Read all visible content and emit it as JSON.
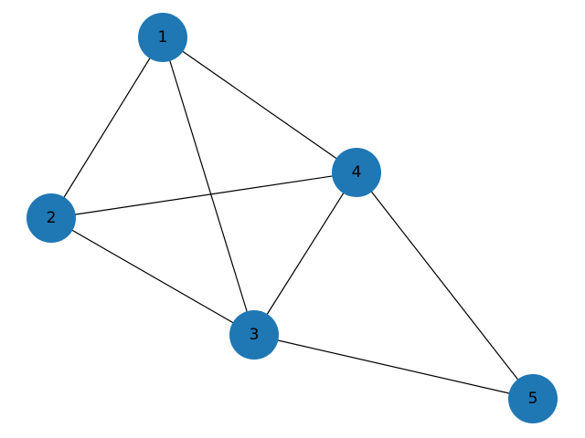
{
  "graph": {
    "node_color": "#1f77b4",
    "edge_color": "#000000",
    "nodes": [
      {
        "id": "1",
        "label": "1"
      },
      {
        "id": "2",
        "label": "2"
      },
      {
        "id": "3",
        "label": "3"
      },
      {
        "id": "4",
        "label": "4"
      },
      {
        "id": "5",
        "label": "5"
      }
    ],
    "edges": [
      [
        "1",
        "2"
      ],
      [
        "1",
        "3"
      ],
      [
        "1",
        "4"
      ],
      [
        "2",
        "3"
      ],
      [
        "2",
        "4"
      ],
      [
        "3",
        "4"
      ],
      [
        "3",
        "5"
      ],
      [
        "4",
        "5"
      ]
    ]
  }
}
